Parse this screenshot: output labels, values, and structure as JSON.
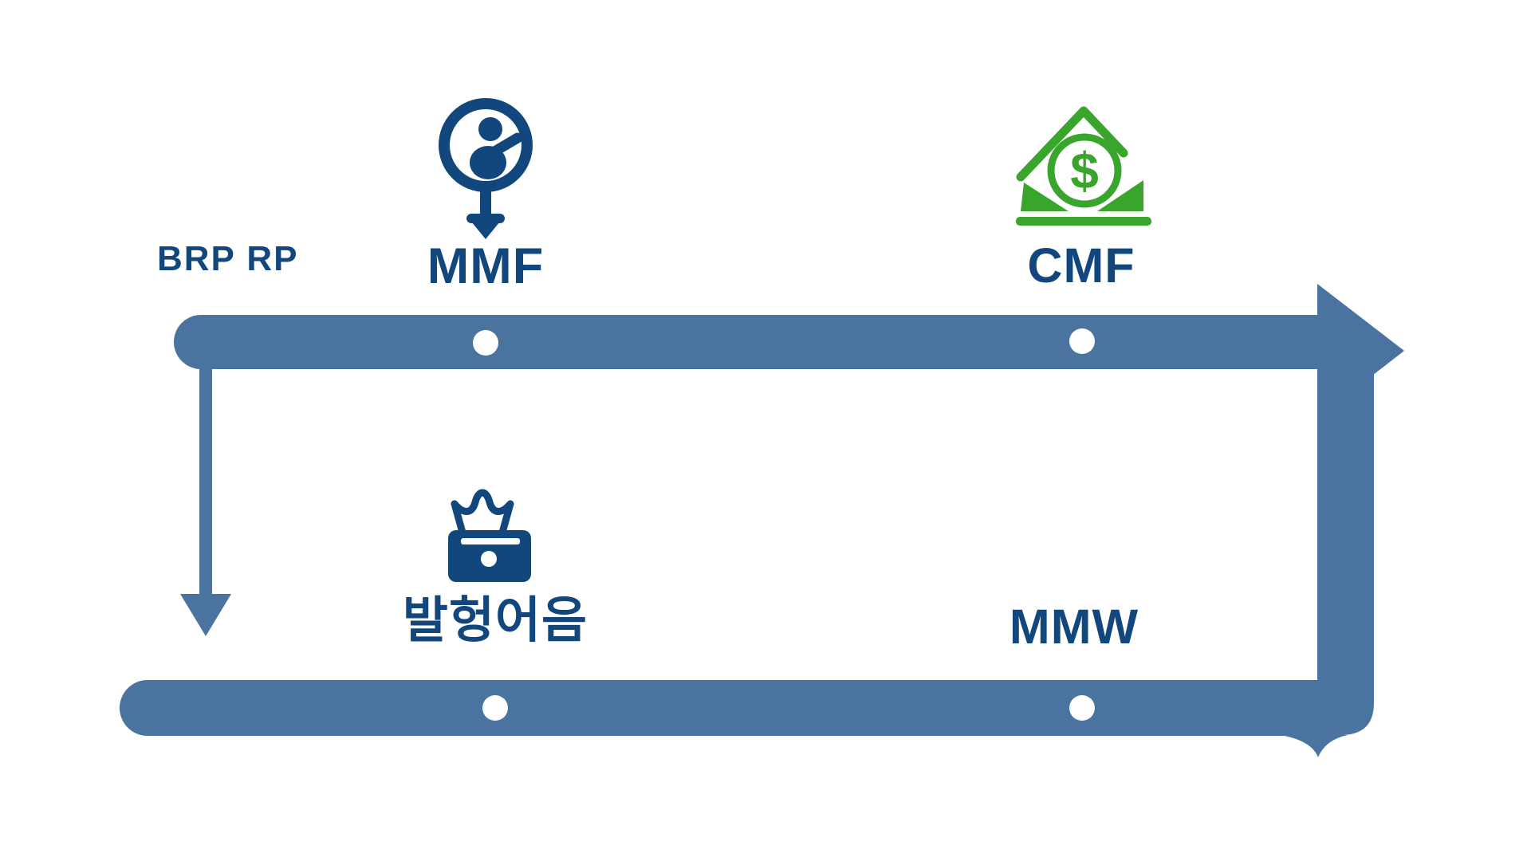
{
  "colors": {
    "bar": "#4b739f",
    "navy": "#12477e",
    "green": "#3aa52d",
    "background": "#ffffff",
    "dot": "#ffffff"
  },
  "diagram": {
    "type": "flow-timeline",
    "branch_label": "BRP RP",
    "top_row": {
      "nodes": [
        {
          "label": "MMF",
          "icon": "person-circle-pin-icon",
          "icon_color": "#12477e"
        },
        {
          "label": "CMF",
          "icon": "dollar-house-icon",
          "icon_color": "#3aa52d"
        }
      ]
    },
    "bottom_row": {
      "nodes": [
        {
          "label": "발헝어음",
          "icon": "crown-wallet-icon",
          "icon_color": "#12477e"
        },
        {
          "label": "MMW",
          "icon": null
        }
      ]
    }
  }
}
